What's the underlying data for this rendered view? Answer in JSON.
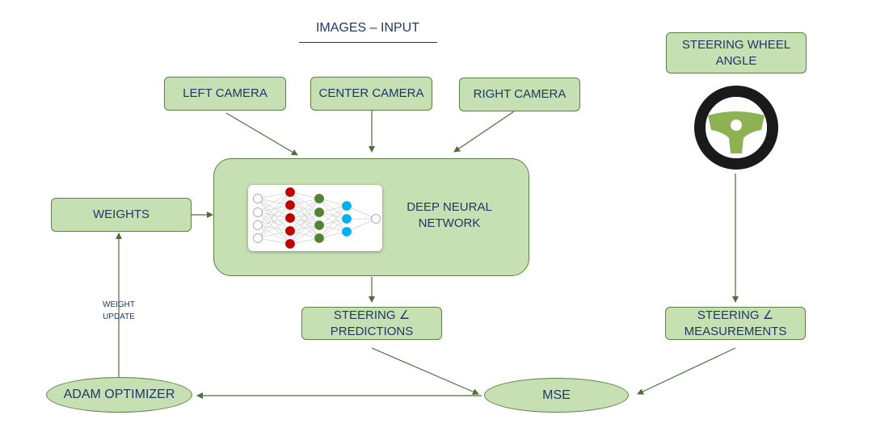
{
  "title": "IMAGES – INPUT",
  "nodes": {
    "left_camera": "LEFT CAMERA",
    "center_camera": "CENTER CAMERA",
    "right_camera": "RIGHT CAMERA",
    "steering_wheel_angle_line1": "STEERING WHEEL",
    "steering_wheel_angle_line2": "ANGLE",
    "weights": "WEIGHTS",
    "dnn_line1": "DEEP NEURAL",
    "dnn_line2": "NETWORK",
    "predictions_line1": "STEERING ∠",
    "predictions_line2": "PREDICTIONS",
    "measurements_line1": "STEERING ∠",
    "measurements_line2": "MEASUREMENTS",
    "adam_optimizer": "ADAM OPTIMIZER",
    "mse": "MSE"
  },
  "edge_labels": {
    "weight_update_line1": "WEIGHT",
    "weight_update_line2": "UPDATE"
  },
  "colors": {
    "box_fill": "#c6e0b4",
    "box_border": "#5c7f45",
    "arrow": "#4e6e3a",
    "text": "#1f3864",
    "nn_layer1": "#ffffff",
    "nn_layer2": "#c00000",
    "nn_layer3": "#548235",
    "nn_layer4": "#00b0f0",
    "wheel_ring": "#1a1a1a",
    "wheel_spokes": "#8db254"
  },
  "icons": [
    "steering-wheel-icon",
    "neural-network-icon"
  ]
}
